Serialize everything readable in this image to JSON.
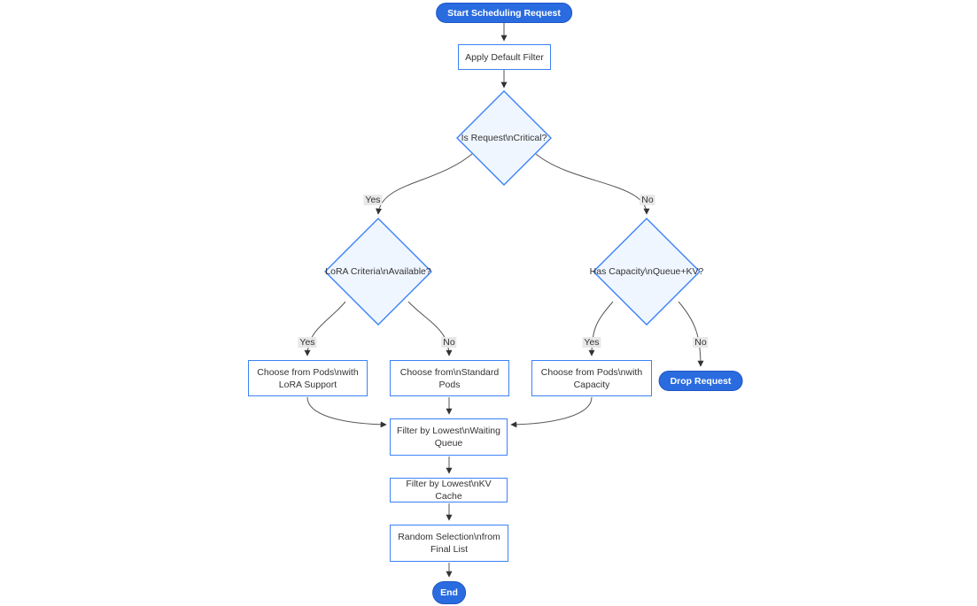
{
  "flowchart": {
    "nodes": {
      "start": "Start Scheduling Request",
      "apply_default_filter": "Apply Default Filter",
      "is_critical": "Is Request\\nCritical?",
      "lora_criteria": "LoRA Criteria\\nAvailable?",
      "has_capacity": "Has Capacity\\nQueue+KV?",
      "choose_lora_pods": "Choose from Pods\\nwith LoRA Support",
      "choose_standard_pods": "Choose from\\nStandard Pods",
      "choose_capacity_pods": "Choose from Pods\\nwith Capacity",
      "drop_request": "Drop Request",
      "filter_waiting_queue": "Filter by Lowest\\nWaiting Queue",
      "filter_kv_cache": "Filter by Lowest\\nKV Cache",
      "random_selection": "Random Selection\\nfrom Final List",
      "end": "End"
    },
    "edge_labels": {
      "critical_yes": "Yes",
      "critical_no": "No",
      "lora_yes": "Yes",
      "lora_no": "No",
      "capacity_yes": "Yes",
      "capacity_no": "No"
    },
    "colors": {
      "terminal_fill": "#2a6ce0",
      "terminal_border": "#1e55c5",
      "node_border": "#3b82f6",
      "node_fill": "#ffffff",
      "decision_fill": "#eff6ff",
      "edge": "#555555",
      "edge_arrow": "#333333",
      "edge_label_bg": "#e8e8e8",
      "text": "#333333"
    }
  }
}
